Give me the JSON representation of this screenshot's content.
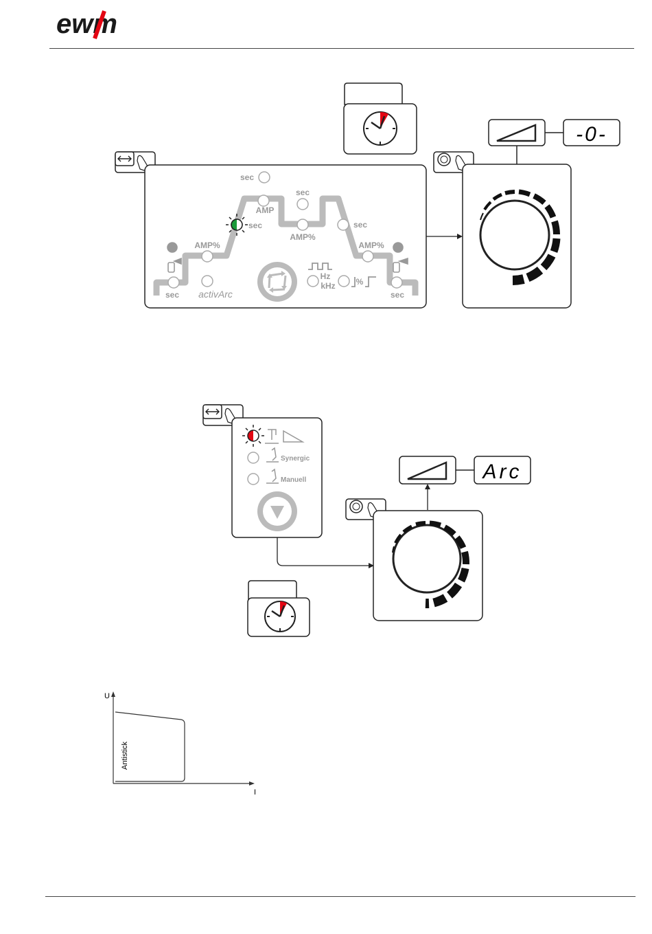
{
  "header": {
    "logo_text": "ewm",
    "colors": {
      "logo_dark": "#1a1a1a",
      "logo_accent": "#e30613"
    }
  },
  "diagram1": {
    "timer_icon": "clock-icon",
    "function_display": "-0-",
    "ramp_symbol": "ramp-icon",
    "panel_labels": {
      "sec_top": "sec",
      "sec_upper": "sec",
      "amp": "AMP",
      "sec_led": "sec",
      "amp_pct_center": "AMP%",
      "sec_right": "sec",
      "amp_pct_left": "AMP%",
      "amp_pct_right": "AMP%",
      "sec_bottom_left": "sec",
      "activarc": "activArc",
      "hz": "Hz",
      "khz": "kHz",
      "pct": "%",
      "sec_bottom_right": "sec"
    },
    "active_led_colors": [
      "#1a9a3a",
      "#ffffff"
    ]
  },
  "diagram2": {
    "timer_icon": "clock-icon",
    "function_display": "Arc",
    "ramp_symbol": "ramp-icon",
    "panel_labels": {
      "synergic": "Synergic",
      "manuell": "Manuell"
    },
    "active_led_colors": [
      "#e30613",
      "#ffffff"
    ]
  },
  "graph": {
    "y_axis": "U",
    "x_axis": "I",
    "curve_label": "Antistick"
  }
}
